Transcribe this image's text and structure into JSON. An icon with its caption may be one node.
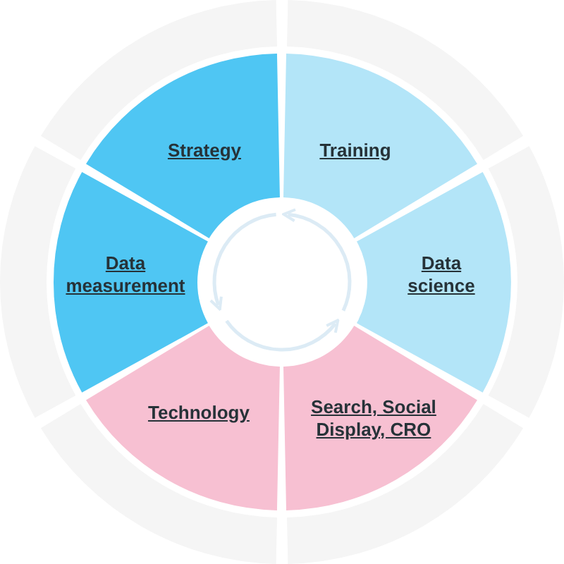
{
  "diagram": {
    "nodes": [
      {
        "text": [
          "Strategy"
        ]
      },
      {
        "text": [
          "Training"
        ]
      },
      {
        "text": [
          "Data measurement"
        ]
      },
      {
        "text": [
          "Data science"
        ]
      },
      {
        "text": [
          "Technology"
        ]
      },
      {
        "text": [
          "Search, Social Display, CRO"
        ]
      }
    ]
  }
}
